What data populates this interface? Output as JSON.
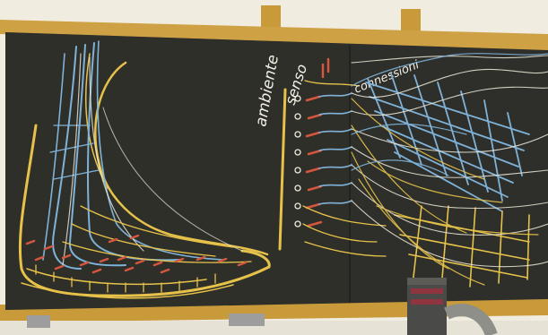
{
  "photo": {
    "board_words": {
      "ambiente": "ambiente",
      "senso": "senso",
      "connessioni": "connessioni"
    },
    "colors": {
      "wall": "#f1ece0",
      "frame_wood": "#c89a3a",
      "board": "#2e2f2a",
      "chalk_blue": "#7fb2d9",
      "chalk_yellow": "#e6c24a",
      "chalk_red": "#d6563e",
      "chalk_white": "#efeadb"
    }
  }
}
